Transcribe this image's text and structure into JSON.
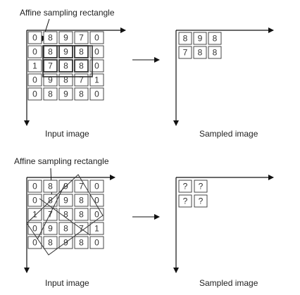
{
  "panels": [
    {
      "id": "top",
      "callout_label": "Affine sampling rectangle",
      "input_label": "Input image",
      "output_label": "Sampled image",
      "input_grid": [
        [
          "0",
          "8",
          "9",
          "7",
          "0"
        ],
        [
          "0",
          "8",
          "9",
          "8",
          "0"
        ],
        [
          "1",
          "7",
          "8",
          "8",
          "0"
        ],
        [
          "0",
          "9",
          "8",
          "7",
          "1"
        ],
        [
          "0",
          "8",
          "9",
          "8",
          "0"
        ]
      ],
      "output_grid": [
        [
          "8",
          "9",
          "8"
        ],
        [
          "7",
          "8",
          "8"
        ]
      ]
    },
    {
      "id": "bottom",
      "callout_label": "Affine sampling rectangle",
      "input_label": "Input image",
      "output_label": "Sampled image",
      "input_grid": [
        [
          "0",
          "8",
          "9",
          "7",
          "0"
        ],
        [
          "0",
          "8",
          "9",
          "8",
          "0"
        ],
        [
          "1",
          "7",
          "8",
          "8",
          "0"
        ],
        [
          "0",
          "9",
          "8",
          "7",
          "1"
        ],
        [
          "0",
          "8",
          "9",
          "8",
          "0"
        ]
      ],
      "output_grid": [
        [
          "?",
          "?"
        ],
        [
          "?",
          "?"
        ]
      ]
    }
  ]
}
